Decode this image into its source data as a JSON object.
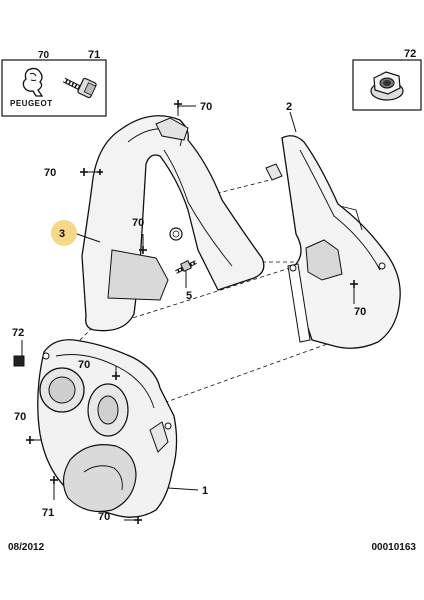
{
  "brand": {
    "logo_text": "PEUGEOT"
  },
  "inset_boxes": {
    "left": {
      "labels": [
        "70",
        "71"
      ]
    },
    "right": {
      "label": "72"
    }
  },
  "callouts": {
    "c70_top": "70",
    "c2": "2",
    "c70_left": "70",
    "c3": "3",
    "c70_mid": "70",
    "c5": "5",
    "c70_right": "70",
    "c72": "72",
    "c70_cover": "70",
    "c70_lower_left": "70",
    "c1": "1",
    "c71": "71",
    "c70_bottom": "70"
  },
  "footer": {
    "date": "08/2012",
    "ref": "00010163"
  },
  "colors": {
    "highlight": "#f5d88a",
    "line": "#111111",
    "part_fill": "#f3f3f3",
    "shade": "#d6d6d6"
  }
}
